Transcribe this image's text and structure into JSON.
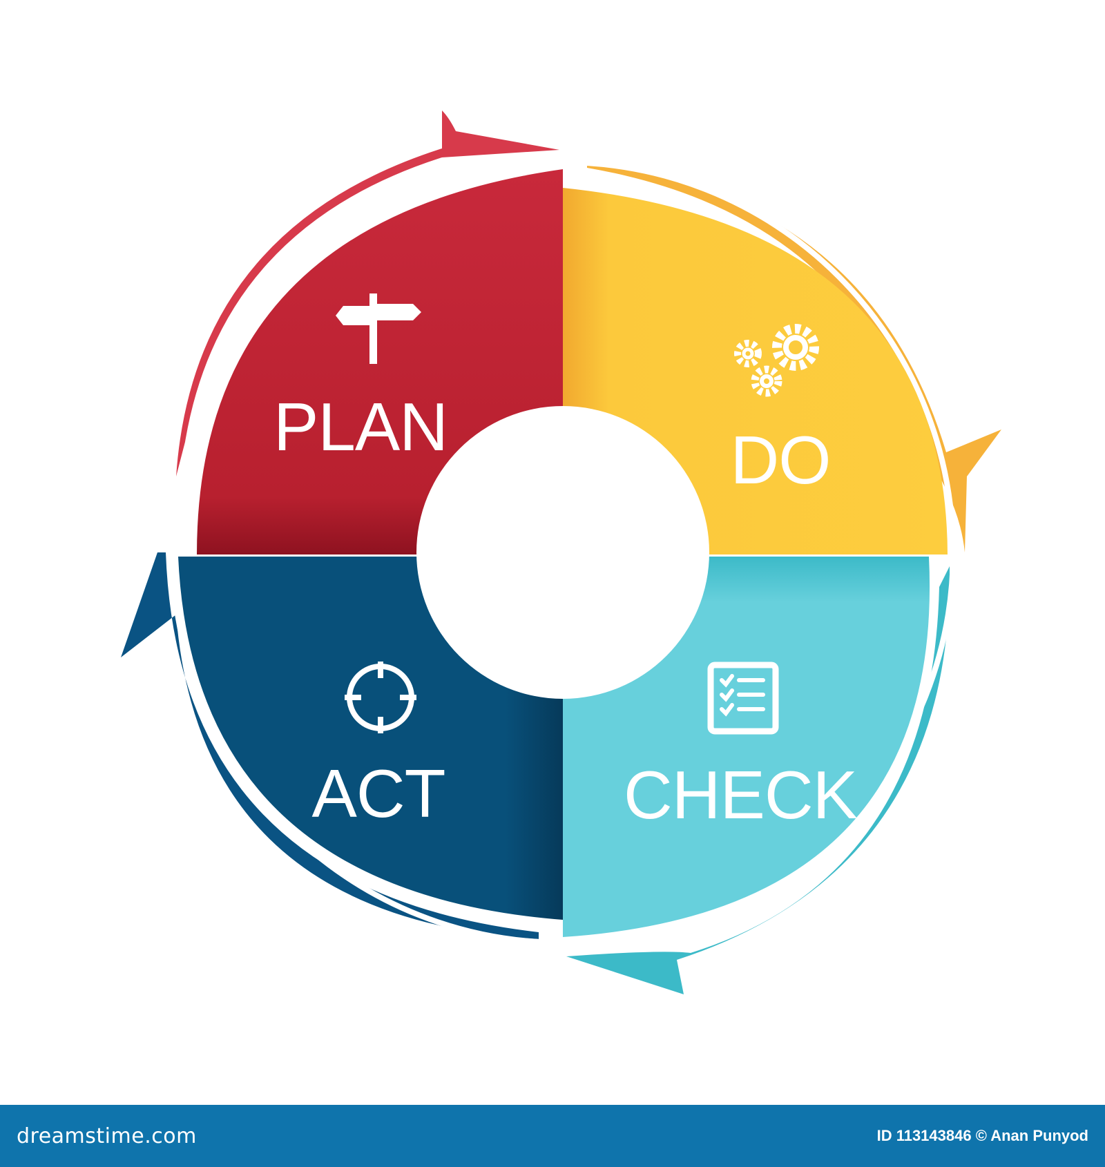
{
  "diagram": {
    "segments": [
      {
        "key": "plan",
        "label": "PLAN",
        "color": "#c0283a",
        "icon": "signpost-icon"
      },
      {
        "key": "do",
        "label": "DO",
        "color": "#fcc93c",
        "icon": "gears-icon"
      },
      {
        "key": "check",
        "label": "CHECK",
        "color": "#67d0dc",
        "icon": "checklist-icon"
      },
      {
        "key": "act",
        "label": "ACT",
        "color": "#08507a",
        "icon": "target-icon"
      }
    ],
    "arrow_colors": {
      "plan": "#d73a4b",
      "do": "#f6b23a",
      "check": "#3cbac8",
      "act": "#0a5383"
    }
  },
  "footer": {
    "logo_text": "dreamstime.com",
    "credit_text": "ID 113143846 © Anan Punyod"
  }
}
